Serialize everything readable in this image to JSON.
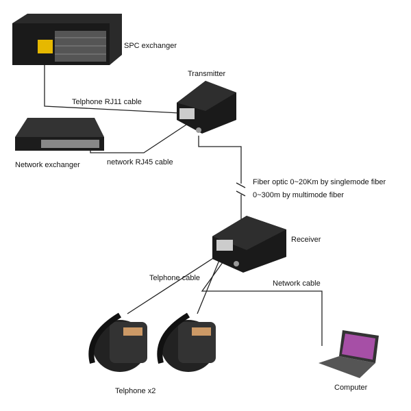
{
  "devices": {
    "spc_exchanger": "SPC exchanger",
    "transmitter": "Transmitter",
    "network_exchanger": "Network exchanger",
    "receiver": "Receiver",
    "telephones": "Telphone x2",
    "computer": "Computer"
  },
  "cables": {
    "rj11": "Telphone RJ11 cable",
    "rj45": "network RJ45 cable",
    "fiber_line1": "Fiber optic 0~20Km by singlemode fiber",
    "fiber_line2": "0~300m by multimode fiber",
    "telephone": "Telphone cable",
    "network": "Network cable"
  },
  "colors": {
    "device": "#1a1a1a",
    "cable": "#222222",
    "accent": "#e6b800"
  }
}
